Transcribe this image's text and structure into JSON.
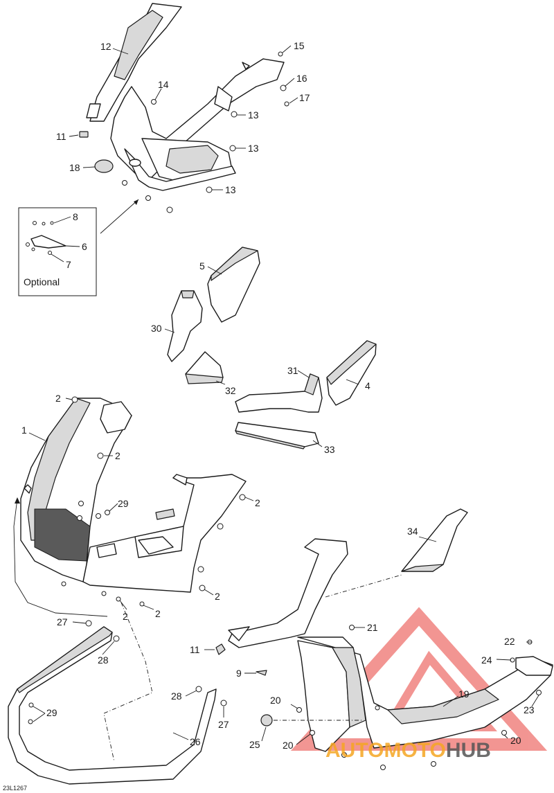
{
  "diagram": {
    "id_code": "23L1267",
    "optional_label": "Optional",
    "callouts": {
      "c1": "1",
      "c2": "2",
      "c4": "4",
      "c5": "5",
      "c6": "6",
      "c7": "7",
      "c8": "8",
      "c9": "9",
      "c11": "11",
      "c12": "12",
      "c13": "13",
      "c14": "14",
      "c15": "15",
      "c16": "16",
      "c17": "17",
      "c18": "18",
      "c19": "19",
      "c20": "20",
      "c21": "21",
      "c22": "22",
      "c23": "23",
      "c24": "24",
      "c25": "25",
      "c26": "26",
      "c27": "27",
      "c28": "28",
      "c29": "29",
      "c30": "30",
      "c31": "31",
      "c32": "32",
      "c33": "33",
      "c34": "34"
    }
  },
  "watermark": {
    "part1": "AUTO",
    "part2": "MOTO",
    "part3": "HUB",
    "color_primary": "#f5a623",
    "color_secondary": "#555555",
    "logo_color": "#e8403a"
  }
}
